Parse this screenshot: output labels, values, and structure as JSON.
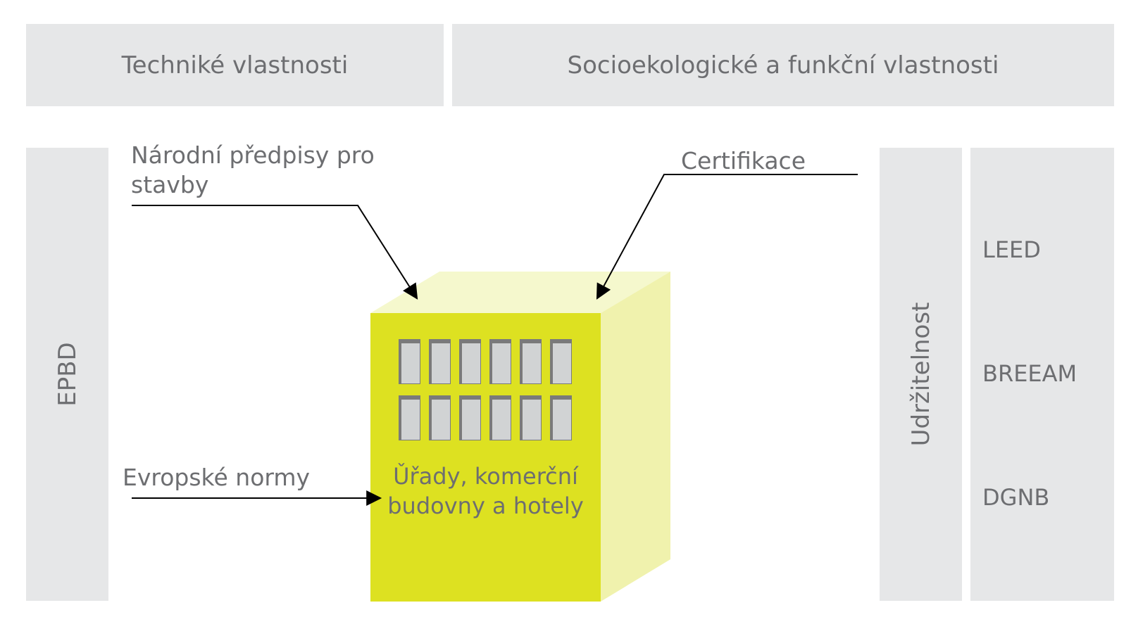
{
  "header": {
    "left": "Techniké vlastnosti",
    "right": "Socioekologické a funkční vlastnosti"
  },
  "left_panel": {
    "label": "EPBD"
  },
  "right_panel": {
    "label": "Udržitelnost"
  },
  "certificates": [
    "LEED",
    "BREEAM",
    "DGNB"
  ],
  "annotations": {
    "national_line1": "Národní předpisy pro",
    "national_line2": "stavby",
    "certification": "Certifikace",
    "european": "Evropské normy"
  },
  "building": {
    "line1": "Ǔřady, komerční",
    "line2": "budovny a hotely"
  },
  "colors": {
    "panel_gray": "#e6e7e8",
    "text_gray": "#6d6e71",
    "building_front": "#dde121",
    "building_side": "#f0f2ad",
    "building_top": "#f5f8cd",
    "window_fill": "#d1d3d4",
    "window_shadow": "#7a7a7a",
    "arrow": "#000000"
  }
}
